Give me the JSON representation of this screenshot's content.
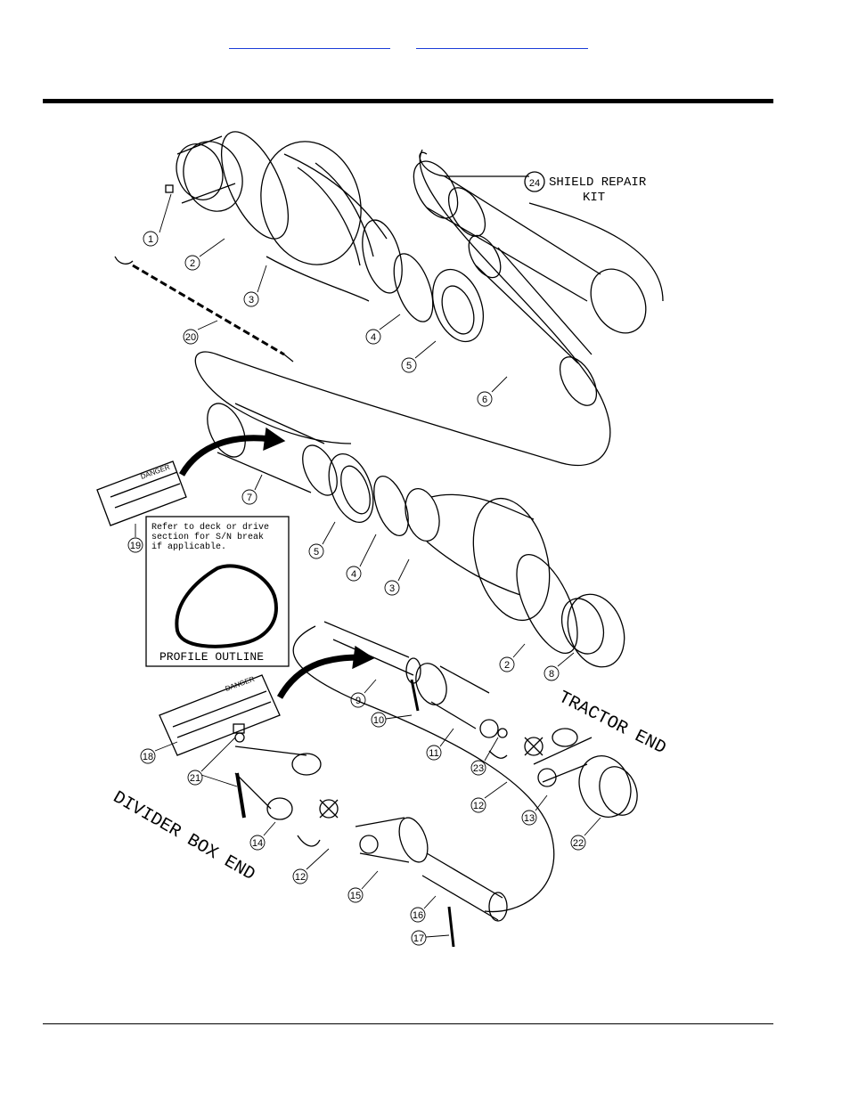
{
  "header": {
    "links": [
      {
        "label": ""
      },
      {
        "label": ""
      }
    ]
  },
  "figure": {
    "kit_number": "24",
    "kit_label_line1": "SHIELD REPAIR",
    "kit_label_line2": "KIT",
    "tractor_end": "TRACTOR END",
    "divider_end": "DIVIDER BOX END",
    "note_line1": "Refer to deck or drive",
    "note_line2": "section for S/N break",
    "note_line3": "if applicable.",
    "profile_label": "PROFILE OUTLINE",
    "decal_word": "DANGER",
    "callouts": [
      {
        "n": "1"
      },
      {
        "n": "2"
      },
      {
        "n": "3"
      },
      {
        "n": "4"
      },
      {
        "n": "5"
      },
      {
        "n": "6"
      },
      {
        "n": "20"
      },
      {
        "n": "7"
      },
      {
        "n": "5"
      },
      {
        "n": "4"
      },
      {
        "n": "3"
      },
      {
        "n": "19"
      },
      {
        "n": "2"
      },
      {
        "n": "8"
      },
      {
        "n": "9"
      },
      {
        "n": "10"
      },
      {
        "n": "11"
      },
      {
        "n": "23"
      },
      {
        "n": "12"
      },
      {
        "n": "13"
      },
      {
        "n": "22"
      },
      {
        "n": "18"
      },
      {
        "n": "21"
      },
      {
        "n": "14"
      },
      {
        "n": "12"
      },
      {
        "n": "15"
      },
      {
        "n": "16"
      },
      {
        "n": "17"
      }
    ]
  }
}
